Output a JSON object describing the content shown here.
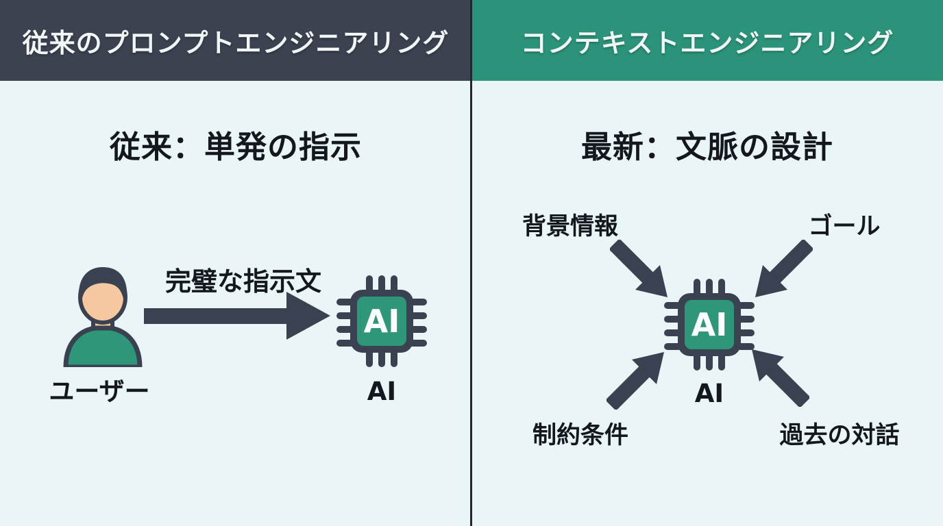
{
  "left_panel": {
    "header": "従来のプロンプトエンジニアリング",
    "title": "従来：単発の指示",
    "user_label": "ユーザー",
    "arrow_label": "完璧な指示文",
    "chip_text": "AI",
    "chip_label": "AI"
  },
  "right_panel": {
    "header": "コンテキストエンジニアリング",
    "title": "最新：文脈の設計",
    "inputs": {
      "top_left": "背景情報",
      "top_right": "ゴール",
      "bottom_left": "制約条件",
      "bottom_right": "過去の対話"
    },
    "chip_text": "AI",
    "chip_label": "AI"
  },
  "colors": {
    "header_left_bg": "#3c4250",
    "header_right_bg": "#2b9379",
    "panel_bg": "#e9f5f6",
    "dark": "#3a4150",
    "green": "#2f9779",
    "skin": "#f6c8a0",
    "divider": "#23262e",
    "text": "#14171d",
    "header_text": "#f3f6f7",
    "chip_text": "#fdfdfd"
  }
}
